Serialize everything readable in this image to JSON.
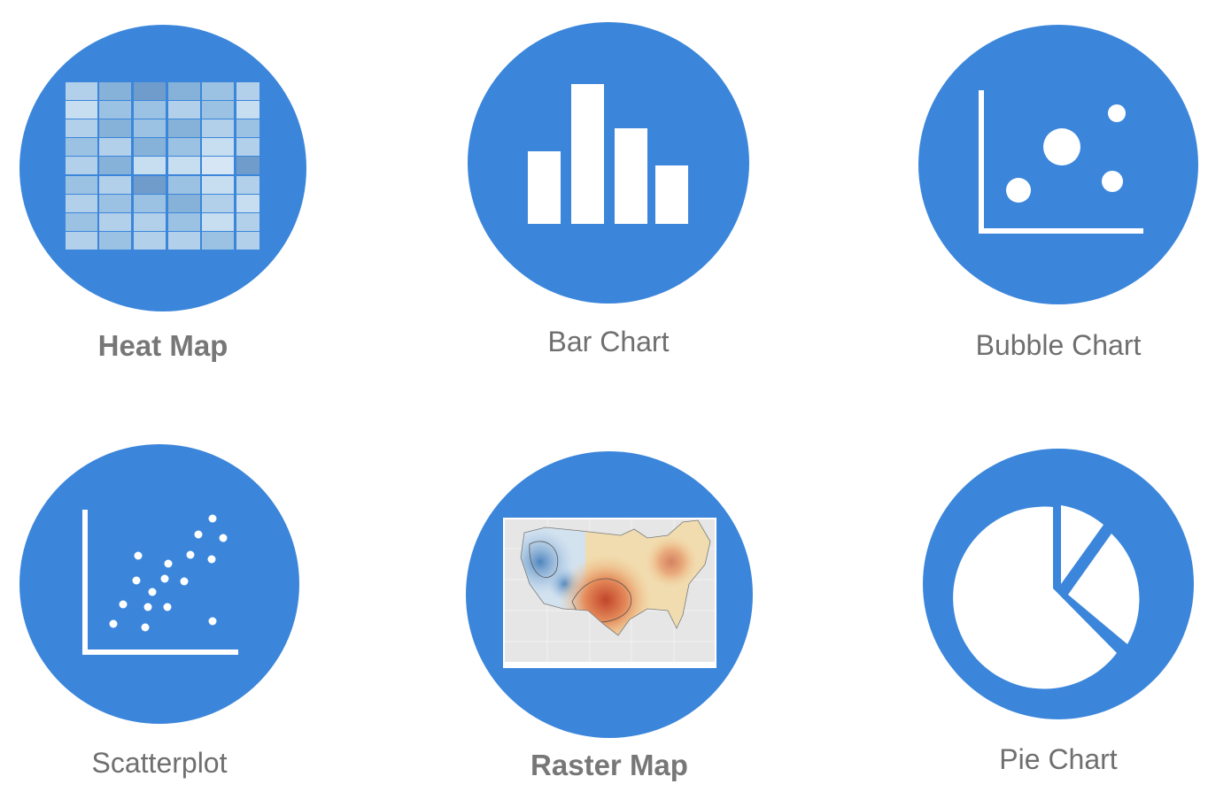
{
  "accent_color": "#3b86db",
  "label_color": "#6f6f6f",
  "tiles": [
    {
      "label": "Heat Map",
      "icon": "heat-map-icon"
    },
    {
      "label": "Bar Chart",
      "icon": "bar-chart-icon"
    },
    {
      "label": "Bubble Chart",
      "icon": "bubble-chart-icon"
    },
    {
      "label": "Scatterplot",
      "icon": "scatterplot-icon"
    },
    {
      "label": "Raster Map",
      "icon": "raster-map-icon"
    },
    {
      "label": "Pie Chart",
      "icon": "pie-chart-icon"
    }
  ]
}
